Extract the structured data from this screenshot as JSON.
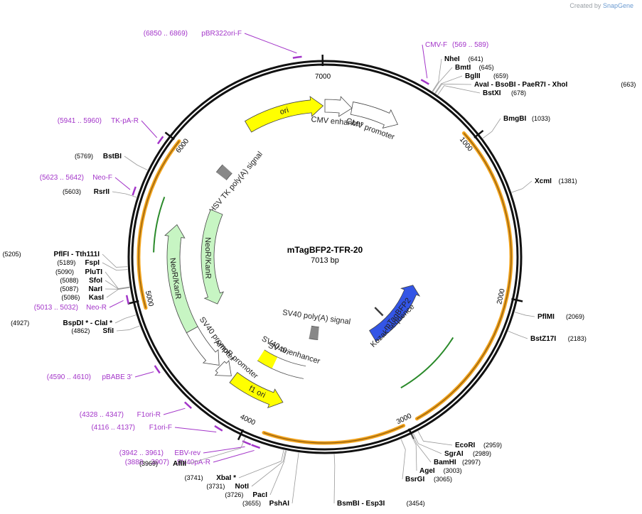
{
  "watermark": {
    "created_by": "Created by",
    "brand": "SnapGene"
  },
  "plasmid": {
    "name": "mTagBFP2-TFR-20",
    "length_label": "7013 bp"
  },
  "colors": {
    "primer": "#a335c9",
    "yellow": "#ffff00",
    "blue": "#3355e6",
    "green": "#c7f5c3",
    "orange": "#f2a31c",
    "backbone": "#111111"
  },
  "ticks": [
    {
      "label": "1000",
      "bp": 1000
    },
    {
      "label": "2000",
      "bp": 2000
    },
    {
      "label": "3000",
      "bp": 3000
    },
    {
      "label": "4000",
      "bp": 4000
    },
    {
      "label": "5000",
      "bp": 5000
    },
    {
      "label": "6000",
      "bp": 6000
    },
    {
      "label": "7000",
      "bp": 7000
    }
  ],
  "primers": [
    {
      "name": "pBR322ori-F",
      "range": "(6850 .. 6869)",
      "bp": 6860
    },
    {
      "name": "CMV-F",
      "range": "(569 .. 589)",
      "bp": 579
    },
    {
      "name": "TK-pA-R",
      "range": "(5941 .. 5960)",
      "bp": 5950
    },
    {
      "name": "Neo-F",
      "range": "(5623 .. 5642)",
      "bp": 5632
    },
    {
      "name": "Neo-R",
      "range": "(5013 .. 5032)",
      "bp": 5022
    },
    {
      "name": "pBABE 3'",
      "range": "(4590 .. 4610)",
      "bp": 4600
    },
    {
      "name": "F1ori-R",
      "range": "(4328 .. 4347)",
      "bp": 4338
    },
    {
      "name": "F1ori-F",
      "range": "(4116 .. 4137)",
      "bp": 4126
    },
    {
      "name": "EBV-rev",
      "range": "(3942 .. 3961)",
      "bp": 3951
    },
    {
      "name": "SV40pA-R",
      "range": "(3888 .. 3907)",
      "bp": 3897
    }
  ],
  "enzymes": [
    {
      "name": "NheI",
      "pos": "(641)",
      "bp": 641
    },
    {
      "name": "BmtI",
      "pos": "(645)",
      "bp": 645
    },
    {
      "name": "BglII",
      "pos": "(659)",
      "bp": 659
    },
    {
      "name": "AvaI  - BsoBI  - PaeR7I  - XhoI",
      "pos": "(663)",
      "bp": 663
    },
    {
      "name": "BstXI",
      "pos": "(678)",
      "bp": 678
    },
    {
      "name": "BmgBI",
      "pos": "(1033)",
      "bp": 1033
    },
    {
      "name": "XcmI",
      "pos": "(1381)",
      "bp": 1381
    },
    {
      "name": "PflMI",
      "pos": "(2069)",
      "bp": 2069
    },
    {
      "name": "BstZ17I",
      "pos": "(2183)",
      "bp": 2183
    },
    {
      "name": "EcoRI",
      "pos": "(2959)",
      "bp": 2959
    },
    {
      "name": "SgrAI",
      "pos": "(2989)",
      "bp": 2989
    },
    {
      "name": "BamHI",
      "pos": "(2997)",
      "bp": 2997
    },
    {
      "name": "AgeI",
      "pos": "(3003)",
      "bp": 3003
    },
    {
      "name": "BsrGI",
      "pos": "(3065)",
      "bp": 3065
    },
    {
      "name": "BsmBI  - Esp3I",
      "pos": "(3454)",
      "bp": 3454
    },
    {
      "name": "PshAI",
      "pos": "(3655)",
      "bp": 3655
    },
    {
      "name": "PacI",
      "pos": "(3726)",
      "bp": 3726
    },
    {
      "name": "NotI",
      "pos": "(3731)",
      "bp": 3731
    },
    {
      "name": "XbaI *",
      "pos": "(3741)",
      "bp": 3741
    },
    {
      "name": "AflII",
      "pos": "(3969)",
      "bp": 3969
    },
    {
      "name": "SfiI",
      "pos": "(4862)",
      "bp": 4862
    },
    {
      "name": "BspDI *  - ClaI *",
      "pos": "(4927)",
      "bp": 4927
    },
    {
      "name": "KasI",
      "pos": "(5086)",
      "bp": 5086
    },
    {
      "name": "NarI",
      "pos": "(5087)",
      "bp": 5087
    },
    {
      "name": "SfoI",
      "pos": "(5088)",
      "bp": 5088
    },
    {
      "name": "PluTI",
      "pos": "(5090)",
      "bp": 5090
    },
    {
      "name": "FspI",
      "pos": "(5189)",
      "bp": 5189
    },
    {
      "name": "PflFI  - Tth111I",
      "pos": "(5205)",
      "bp": 5205
    },
    {
      "name": "RsrII",
      "pos": "(5603)",
      "bp": 5603
    },
    {
      "name": "BstBI",
      "pos": "(5769)",
      "bp": 5769
    }
  ],
  "features": [
    {
      "name": "ori",
      "color": "#ffff00",
      "ring": 213,
      "start": 6420,
      "end": 7000,
      "dir": 1
    },
    {
      "name": "CMV promoter",
      "color": "#ffffff",
      "ring": 213,
      "start": 200,
      "end": 560,
      "dir": 1
    },
    {
      "name": "CMV enhancer",
      "color": "#ffffff",
      "ring": 213,
      "start": 0,
      "end": 200,
      "dir": 1
    },
    {
      "name": "mTagBFP2",
      "color": "#3355e6",
      "ring": 130,
      "start": 2100,
      "end": 2900,
      "dir": -1
    },
    {
      "name": "SV40 poly(A) signal",
      "color": "#888888",
      "ring": 108,
      "start": 3600,
      "end": 3722,
      "dir": 0
    },
    {
      "name": "f1 ori",
      "color": "#ffff00",
      "ring": 213,
      "start": 3820,
      "end": 4230,
      "dir": -1
    },
    {
      "name": "AmpR promoter",
      "color": "#ffffff",
      "ring": 213,
      "start": 4250,
      "end": 4360,
      "dir": -1
    },
    {
      "name": "SV40 promoter",
      "color": "#ffffff",
      "ring": 213,
      "start": 4370,
      "end": 4700,
      "dir": -1
    },
    {
      "name": "NeoR/KanR",
      "color": "#c7f5c3",
      "ring": 213,
      "start": 4700,
      "end": 5500,
      "dir": 1
    },
    {
      "name": "HSV TK poly(A) signal",
      "color": "#888888",
      "ring": 185,
      "start": 6000,
      "end": 6080,
      "dir": 0
    },
    {
      "name": "NeoR/KanR",
      "color": "#c7f5c3",
      "ring": 165,
      "start": 4800,
      "end": 5700,
      "dir": -1
    },
    {
      "name": "SV40 ori",
      "color": "#ffff00",
      "ring": 165,
      "start": 4000,
      "end": 4150,
      "dir": 0
    },
    {
      "name": "SV40 enhancer",
      "color": "#ffffff",
      "ring": 165,
      "start": 3700,
      "end": 4000,
      "dir": 0
    },
    {
      "name": "Kozak sequence",
      "color": "#ffffff",
      "ring": 108,
      "start": 2630,
      "end": 2650,
      "dir": 0
    }
  ]
}
